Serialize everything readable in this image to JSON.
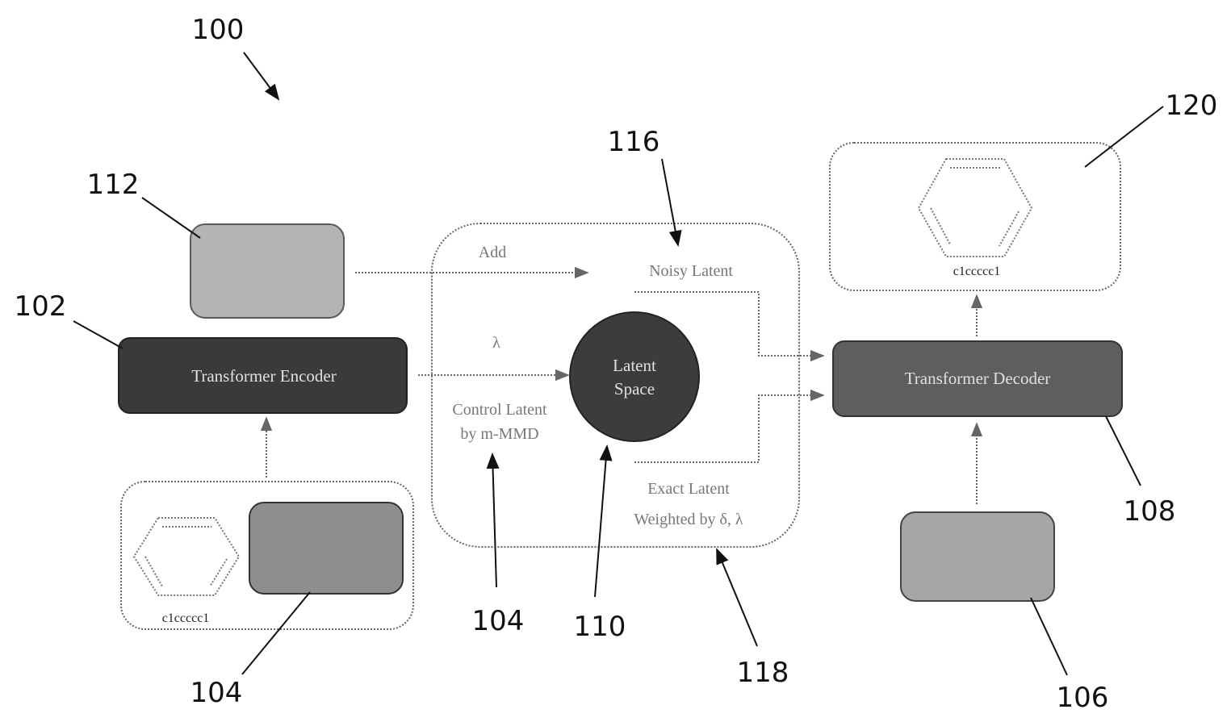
{
  "refs": {
    "r100": "100",
    "r102": "102",
    "r104_bottom": "104",
    "r104_mid": "104",
    "r106": "106",
    "r108": "108",
    "r110": "110",
    "r112": "112",
    "r116": "116",
    "r118": "118",
    "r120": "120"
  },
  "labels": {
    "encoder": "Transformer Encoder",
    "decoder": "Transformer Decoder",
    "latent_line1": "Latent",
    "latent_line2": "Space",
    "add": "Add",
    "lambda": "λ",
    "noisy_latent": "Noisy Latent",
    "control_line1": "Control Latent",
    "control_line2": "by m-MMD",
    "exact_latent": "Exact Latent",
    "weighted": "Weighted by δ, λ",
    "smiles_input": "c1ccccc1",
    "smiles_output": "c1ccccc1"
  },
  "colors": {
    "encoder_fill": "#3a3a3a",
    "decoder_fill": "#5e5e5e",
    "latent_fill": "#3c3c3c",
    "noise_fill": "#b4b4b4",
    "property_fill": "#8e8e8e",
    "condition_fill": "#a6a6a6",
    "line": "#666666",
    "leader": "#111111"
  }
}
